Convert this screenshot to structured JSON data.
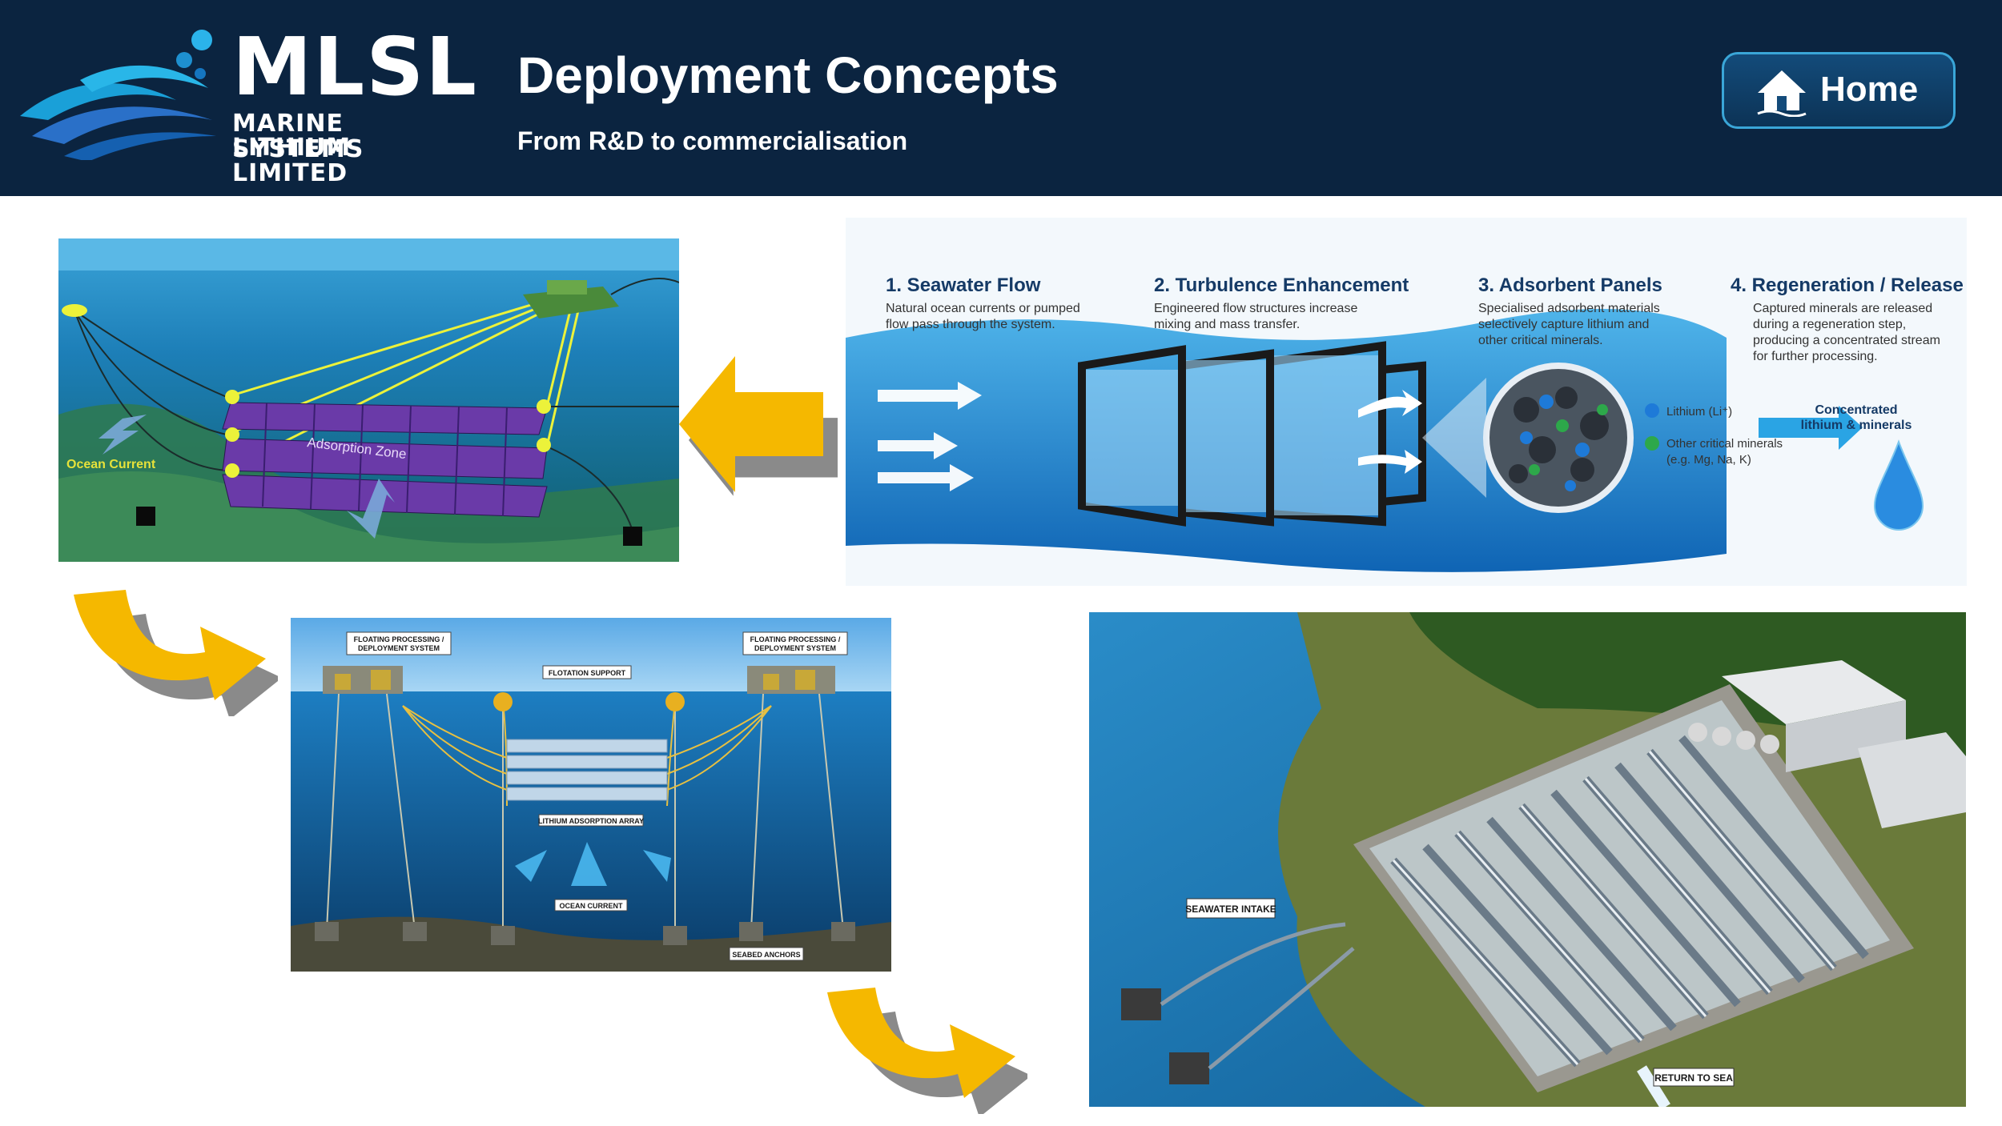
{
  "header": {
    "logo": {
      "name": "MLSL",
      "line1": "MARINE LITHIUM",
      "line2": "SYSTEMS LIMITED"
    },
    "title": "Deployment Concepts",
    "subtitle": "From R&D to commercialisation",
    "home_label": "Home"
  },
  "panel1": {
    "label_current": "Ocean Current",
    "label_zone": "Adsorption Zone"
  },
  "panel2": {
    "steps": [
      {
        "title": "1. Seawater Flow",
        "desc1": "Natural ocean currents or pumped",
        "desc2": "flow pass through the system.",
        "desc3": "",
        "desc4": ""
      },
      {
        "title": "2. Turbulence Enhancement",
        "desc1": "Engineered flow structures increase",
        "desc2": "mixing and mass transfer.",
        "desc3": "",
        "desc4": ""
      },
      {
        "title": "3. Adsorbent Panels",
        "desc1": "Specialised adsorbent materials",
        "desc2": "selectively capture lithium and",
        "desc3": "other critical minerals.",
        "desc4": ""
      },
      {
        "title": "4. Regeneration / Release",
        "desc1": "Captured minerals are released",
        "desc2": "during a regeneration step,",
        "desc3": "producing a concentrated stream",
        "desc4": "for further processing."
      }
    ],
    "legend_lithium": "Lithium (Li⁺)",
    "legend_other1": "Other critical minerals",
    "legend_other2": "(e.g. Mg, Na, K)",
    "output1": "Concentrated",
    "output2": "lithium & minerals"
  },
  "panel3": {
    "float_left1": "FLOATING PROCESSING /",
    "float_left2": "DEPLOYMENT SYSTEM",
    "float_right1": "FLOATING PROCESSING /",
    "float_right2": "DEPLOYMENT SYSTEM",
    "flotation": "FLOTATION SUPPORT",
    "array": "LITHIUM ADSORPTION ARRAY",
    "current": "OCEAN CURRENT",
    "anchors": "SEABED ANCHORS"
  },
  "panel4": {
    "intake": "SEAWATER INTAKE",
    "return": "RETURN TO SEA"
  },
  "colors": {
    "header_bg": "#0b2440",
    "arrow": "#f5b800",
    "accent": "#3aa6d8",
    "ocean": "#1a7fc0"
  }
}
